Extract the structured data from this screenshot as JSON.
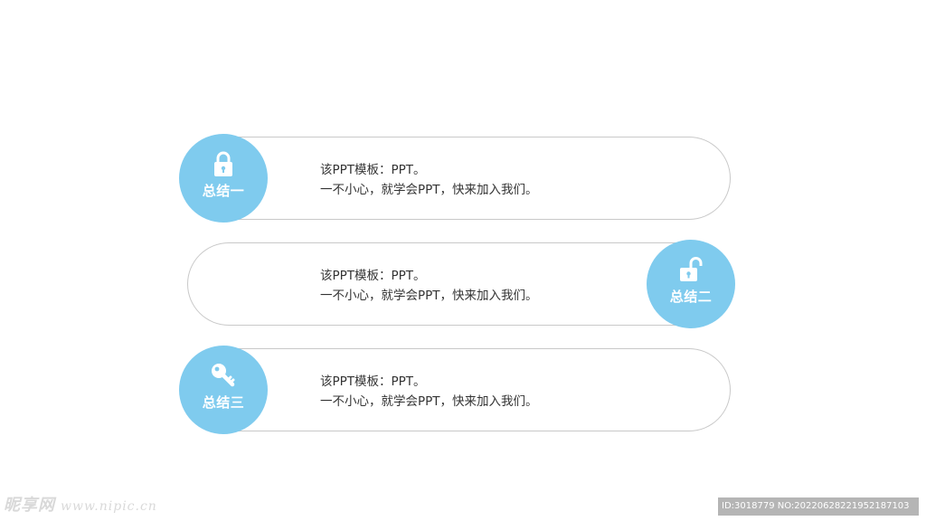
{
  "items": [
    {
      "badge_label": "总结一",
      "icon": "lock-closed-icon",
      "line1": "该PPT模板：PPT。",
      "line2": "一不小心，就学会PPT，快来加入我们。"
    },
    {
      "badge_label": "总结二",
      "icon": "lock-open-icon",
      "line1": "该PPT模板：PPT。",
      "line2": "一不小心，就学会PPT，快来加入我们。"
    },
    {
      "badge_label": "总结三",
      "icon": "key-icon",
      "line1": "该PPT模板：PPT。",
      "line2": "一不小心，就学会PPT，快来加入我们。"
    }
  ],
  "watermark": {
    "brand": "昵享网",
    "url": "www.nipic.cn",
    "id_text": "ID:3018779 NO:20220628221952187103"
  },
  "colors": {
    "badge": "#7fcbee",
    "border": "#c9c9c9",
    "text": "#333333"
  }
}
